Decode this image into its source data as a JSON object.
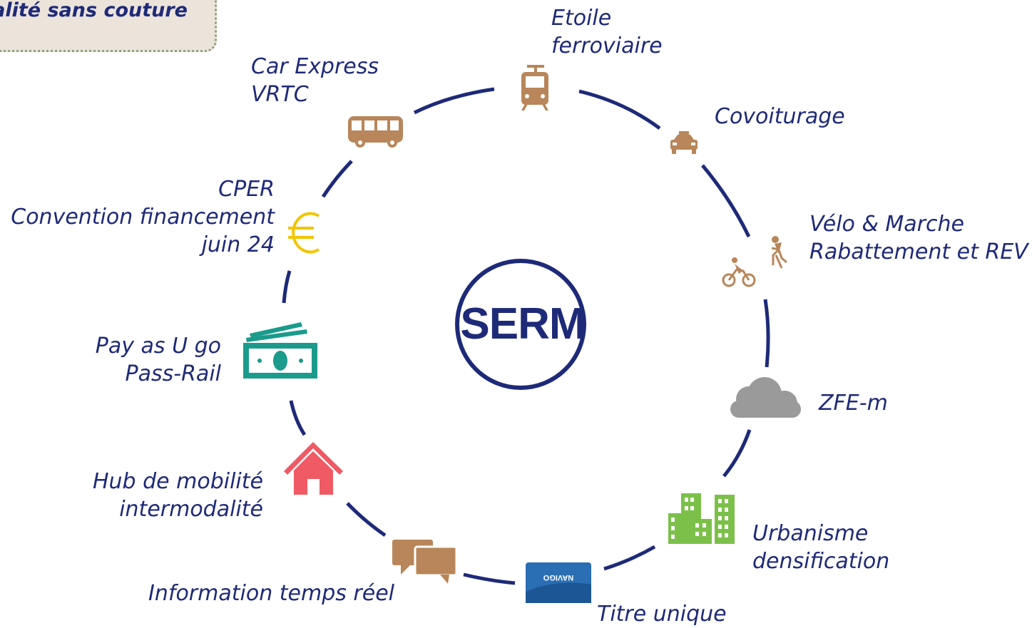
{
  "banner": {
    "text": "dalité sans couture"
  },
  "center": {
    "label": "SERM"
  },
  "colors": {
    "navy": "#1e2a78",
    "icon_brown": "#b8865a",
    "euro_yellow": "#f2c500",
    "money_teal": "#1a9b8c",
    "house_red": "#ef5a64",
    "building_green": "#7cc04a",
    "cloud_grey": "#9a9a9a",
    "card_blue": "#2a6fb4"
  },
  "nodes": [
    {
      "id": "etoile",
      "icon": "tram-icon",
      "lines": [
        "Etoile",
        "ferroviaire"
      ]
    },
    {
      "id": "covoiturage",
      "icon": "taxi-icon",
      "lines": [
        "Covoiturage"
      ]
    },
    {
      "id": "velo",
      "icon": "bike-walk-icon",
      "lines": [
        "Vélo & Marche",
        "Rabattement et REV"
      ]
    },
    {
      "id": "zfe",
      "icon": "cloud-icon",
      "lines": [
        "ZFE-m"
      ]
    },
    {
      "id": "urbanisme",
      "icon": "buildings-icon",
      "lines": [
        "Urbanisme",
        "densification"
      ]
    },
    {
      "id": "titre",
      "icon": "card-icon",
      "card_text": "NAVIGO",
      "lines": [
        "Titre unique"
      ]
    },
    {
      "id": "info",
      "icon": "chat-icon",
      "lines": [
        "Information temps réel"
      ]
    },
    {
      "id": "hub",
      "icon": "house-icon",
      "lines": [
        "Hub de mobilité",
        "intermodalité"
      ]
    },
    {
      "id": "pay",
      "icon": "money-icon",
      "lines": [
        "Pay as U go",
        "Pass-Rail"
      ]
    },
    {
      "id": "cper",
      "icon": "euro-icon",
      "lines": [
        "CPER",
        "Convention financement",
        "juin 24"
      ]
    },
    {
      "id": "car",
      "icon": "bus-icon",
      "lines": [
        "Car Express",
        "VRTC"
      ]
    }
  ]
}
